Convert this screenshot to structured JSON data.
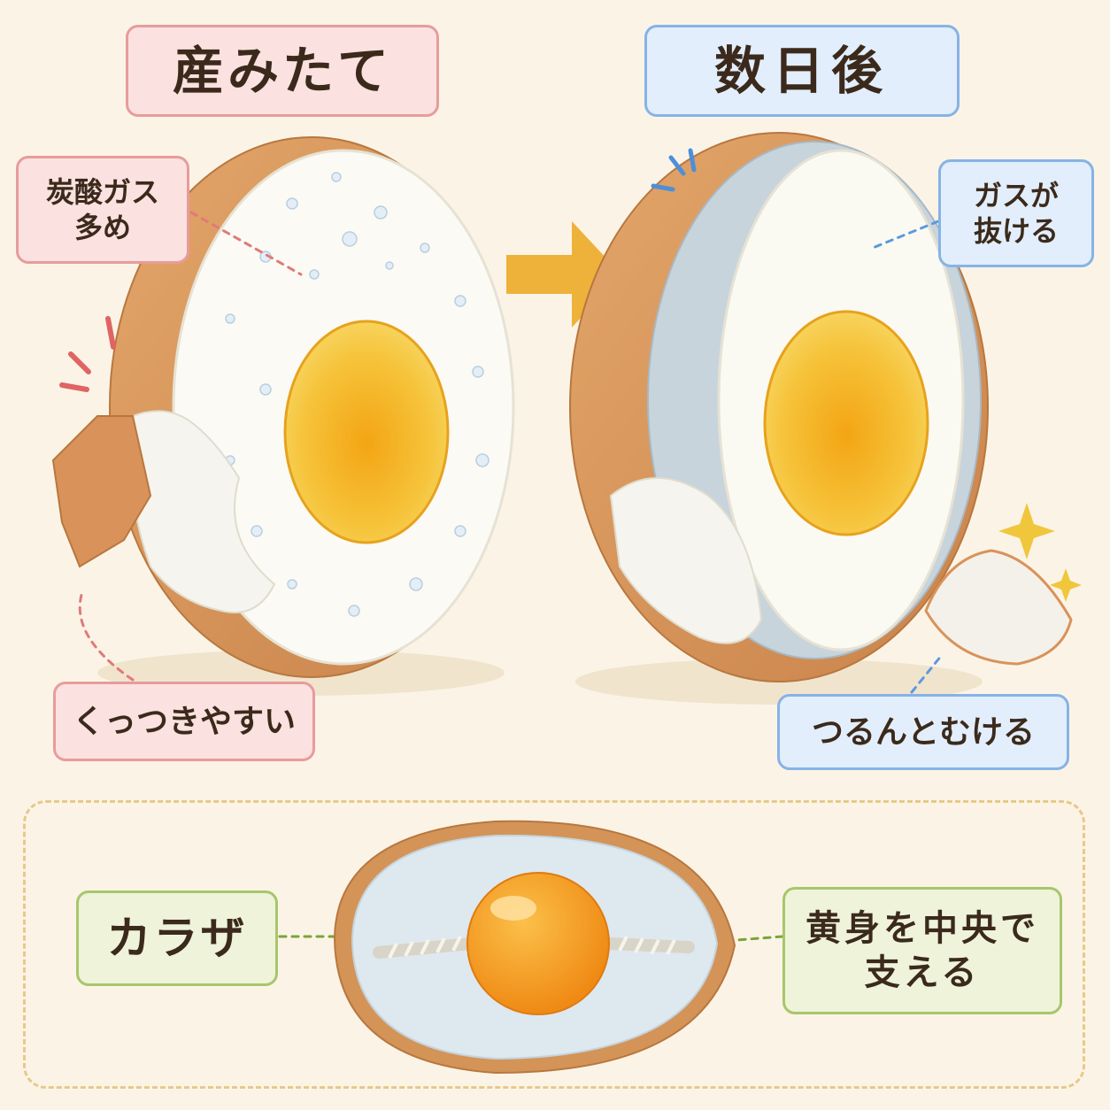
{
  "titles": {
    "fresh": "産みたて",
    "later": "数日後"
  },
  "annotations": {
    "fresh_gas": "炭酸ガス\n多め",
    "fresh_sticky": "くっつきやすい",
    "later_gas": "ガスが\n抜ける",
    "later_peel": "つるんとむける"
  },
  "bottom": {
    "chalaza": "カラザ",
    "chalaza_desc": "黄身を中央で\n支える"
  },
  "icons": [
    "arrow-right-icon",
    "sparkle-icon",
    "emphasis-lines-icon"
  ],
  "colors": {
    "fresh_accent": "#e79c9c",
    "later_accent": "#86b3e6",
    "chalaza_accent": "#a9c66b",
    "yolk": "#f2b01e",
    "shell": "#d99a5f",
    "arrow": "#eeb23a"
  }
}
